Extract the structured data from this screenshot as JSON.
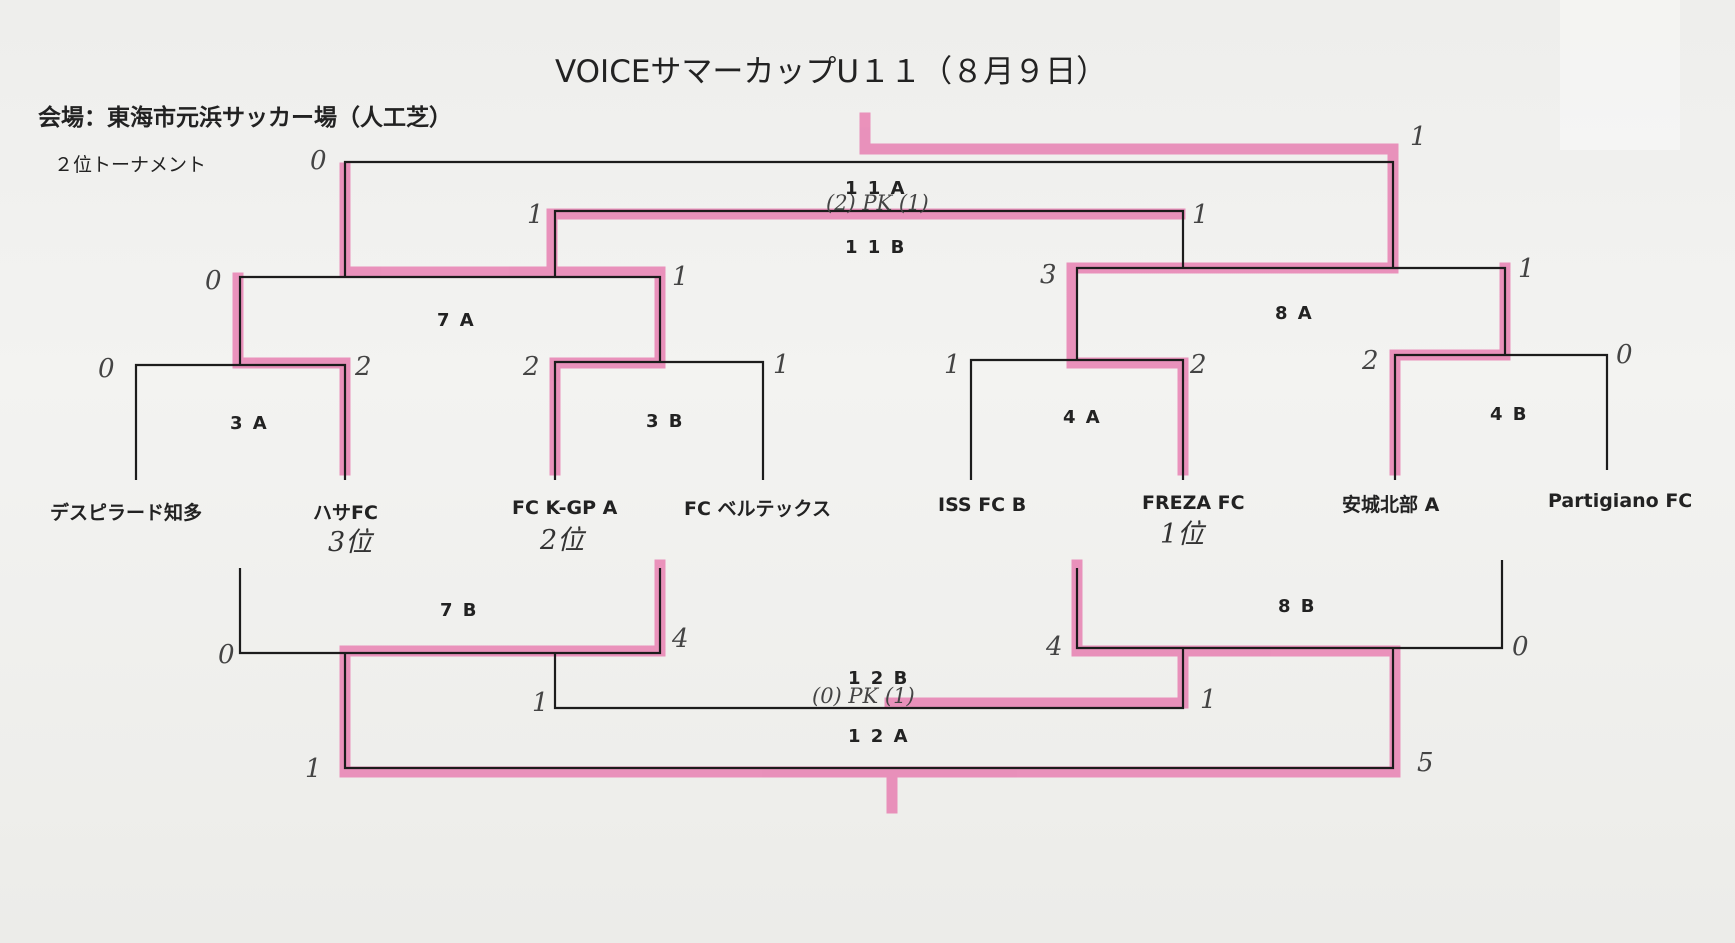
{
  "header": {
    "title": "VOICEサマーカップU１１（８月９日）",
    "venue": "会場：東海市元浜サッカー場（人工芝）",
    "tournament_type": "２位トーナメント"
  },
  "teams": [
    "デスピラード知多",
    "ハサFC",
    "FC K-GP A",
    "FC ベルテックス",
    "ISS FC B",
    "FREZA FC",
    "安城北部 A",
    "Partigiano FC"
  ],
  "placements": {
    "hasa": "3位",
    "fckgp": "2位",
    "freza": "1位"
  },
  "matches": {
    "m3A": "3 A",
    "m3B": "3 B",
    "m4A": "4 A",
    "m4B": "4 B",
    "m7A": "7 A",
    "m8A": "8 A",
    "m11A": "1 1 A",
    "m11B": "1 1 B",
    "m7B": "7 B",
    "m8B": "8 B",
    "m12B": "1 2 B",
    "m12A": "1 2 A"
  },
  "scores": {
    "s11a_left": "0",
    "s11a_right": "1",
    "s11b_left": "1",
    "s11b_right": "1",
    "pk11": "(2) PK (1)",
    "s7a_left": "0",
    "s7a_right": "1",
    "s8a_left": "3",
    "s8a_right": "1",
    "s3a_left": "0",
    "s3a_right": "2",
    "s3b_left": "2",
    "s3b_right": "1",
    "s4a_left": "1",
    "s4a_right": "2",
    "s4b_left": "2",
    "s4b_right": "0",
    "s7b_left": "0",
    "s7b_right": "4",
    "s8b_left": "4",
    "s8b_right": "0",
    "s12b_left": "1",
    "s12b_right": "1",
    "pk12": "(0) PK (1)",
    "s12a_left": "1",
    "s12a_right": "5"
  },
  "colors": {
    "highlight": "#e884b4",
    "line": "#1c1c1c",
    "paper": "#f1f1ef"
  }
}
